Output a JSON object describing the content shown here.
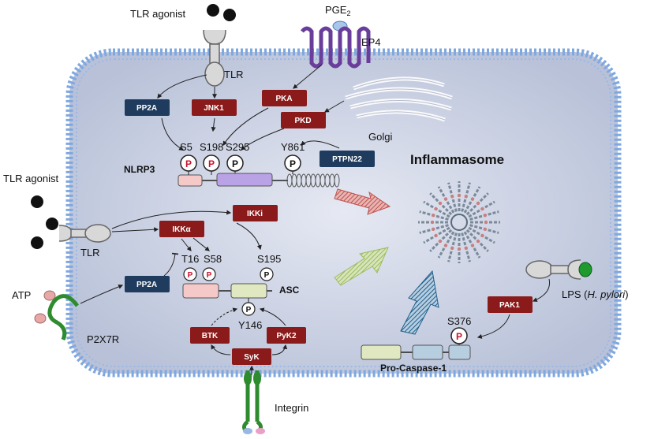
{
  "labels": {
    "tlr_agonist_top": "TLR agonist",
    "tlr_agonist_left": "TLR agonist",
    "tlr_top": "TLR",
    "tlr_left": "TLR",
    "pge2_main": "PGE",
    "pge2_sub": "2",
    "ep4": "EP4",
    "golgi": "Golgi",
    "nlrp3": "NLRP3",
    "inflammasome": "Inflammasome",
    "asc": "ASC",
    "atp": "ATP",
    "p2x7r": "P2X7R",
    "integrin": "Integrin",
    "lps_prefix": "LPS (",
    "lps_italic": "H. pylori",
    "lps_suffix": ")",
    "pro_caspase": "Pro-Caspase-1",
    "phospho_symbol": "P"
  },
  "sites": {
    "s5": "S5",
    "s198": "S198",
    "s295": "S295",
    "y861": "Y861",
    "t16": "T16",
    "s58": "S58",
    "s195": "S195",
    "y146": "Y146",
    "s376": "S376"
  },
  "kinase_boxes": {
    "pp2a_top": "PP2A",
    "jnk1": "JNK1",
    "pka": "PKA",
    "pkd": "PKD",
    "ptpn22": "PTPN22",
    "ikki": "IKKi",
    "ikka": "IKKα",
    "pp2a_mid": "PP2A",
    "btk": "BTK",
    "pyk2": "PyK2",
    "syk": "SyK",
    "pak1": "PAK1"
  },
  "colors": {
    "kinase_red": "#8b1a1a",
    "phosphatase_blue": "#1f3b5e",
    "cell_fill": "#c9d0e0",
    "membrane": "#7fa8e0",
    "nlrp3_arrow": "#c0504d",
    "asc_arrow": "#9bbb59",
    "caspase_arrow": "#1f5f8b",
    "phospho_red": "#c8102e",
    "integrin_green": "#2e8b2e"
  }
}
